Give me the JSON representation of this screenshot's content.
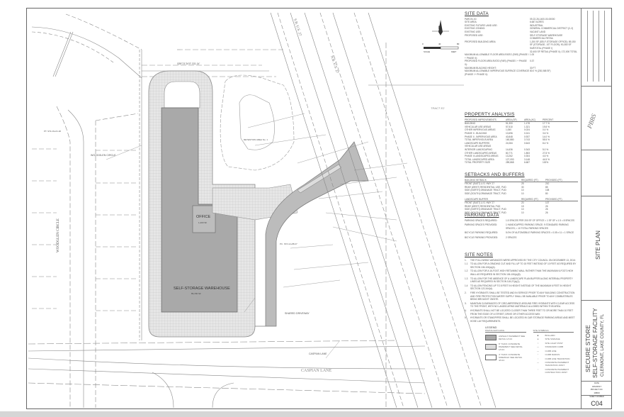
{
  "sheet": {
    "project_name": "SECURE STORE",
    "project_subtitle": "SELF-STORAGE FACILITY",
    "location": "CLERMONT, LAKE COUNTY, FL",
    "sheet_title": "SITE PLAN",
    "date_label": "DATE",
    "date_value": "4/04/2017",
    "project_no_label": "PROJECT NO.",
    "project_no_value": "16803",
    "sheet_number_label": "SHEET NUMBER",
    "sheet_number": "C04",
    "firm_logo": "PBBS"
  },
  "north_arrow": {
    "letter": "N"
  },
  "scale_bar": {
    "ticks": [
      "0",
      "40",
      "80"
    ],
    "left_label": "SCALE",
    "right_label": "FEET"
  },
  "site_data": {
    "title": "SITE DATA",
    "rows": [
      {
        "k": "PARCEL ID:",
        "v": "09-22-26-1400-00-00000"
      },
      {
        "k": "SITE AREA:",
        "v": "6.687 ACRES"
      },
      {
        "k": "EXISTING FUTURE LAND USE:",
        "v": "INDUSTRIAL"
      },
      {
        "k": "EXISTING ZONING:",
        "v": "GENERAL COMMERCIAL DISTRICT (C-2)"
      },
      {
        "k": "EXISTING USE:",
        "v": "VACANT LAND"
      },
      {
        "k": "PROPOSED USE:",
        "v": "SELF-STORAGE WAREHOUSE COMMERCIAL RETAIL"
      },
      {
        "k": "PROPOSED BUILDING AREA:",
        "v": "1,200 SF (SELF-STORAGE OFFICE); 89,150 SF (STORAGE, 1ST FLOOR); 90,350 SF SUBTOTAL (PHASE I)"
      },
      {
        "k": "",
        "v": "32,400 SF RETAIL (PHASE II); 172,000 TOTAL"
      },
      {
        "k": "MAXIMUM ALLOWABLE FLOOR AREA RATIO (FAR) (PHASE I + PHASE II):",
        "v": "1.00"
      },
      {
        "k": "PROPOSED FLOOR AREA RATIO (FAR) (PHASE I + PHASE II):",
        "v": "0.37"
      },
      {
        "k": "MAXIMUM BUILDING HEIGHT:",
        "v": "30 FT"
      },
      {
        "k": "MAXIMUM ALLOWABLE IMPERVIOUS SURFACE COVERAGE (PHASE I + PHASE II):",
        "v": "80.0 % (230,068 SF)"
      }
    ]
  },
  "property_analysis": {
    "title": "PROPERTY ANALYSIS",
    "headers": [
      "PROPOSED IMPROVEMENTS",
      "AREA (SF)",
      "AREA (AC)",
      "PERCENT"
    ],
    "rows": [
      [
        "BUILDING",
        "51,300",
        "1.178",
        "17.7 %"
      ],
      [
        "VEHICULAR USE AREAS",
        "57,510",
        "1.321",
        "19.8 %"
      ],
      [
        "OTHER IMPERVIOUS AREAS",
        "1,060",
        "0.024",
        "0.4 %"
      ],
      [
        "PHASE II - BUILDING",
        "10,696",
        "0.241",
        "3.6 %"
      ],
      [
        "PHASE II - IMPERVIOUS AREA",
        "40,848",
        "0.937",
        "14.0 %"
      ],
      [
        "TOTAL IMPERVIOUS AREA",
        "160,880",
        "3.743",
        "55.5 %"
      ],
      [
        "LANDSCAPE BUFFERS",
        "24,084",
        "0.643",
        "8.4 %"
      ],
      [
        "VEHICULAR USE AREAS",
        "",
        "",
        ""
      ],
      [
        "INTERIOR LANDSCAPING",
        "14,636",
        "0.343",
        "5.0 %"
      ],
      [
        "OTHER LANDSCAPED AREAS",
        "80,771",
        "1.853",
        "27.8 %"
      ],
      [
        "PHASE II LANDSCAPED AREAS",
        "13,262",
        "0.304",
        "4.6 %"
      ],
      [
        "TOTAL LANDSCAPED AREA",
        "127,093",
        "3.148",
        "44.5 %"
      ],
      [
        "TOTAL PROPERTY SIZE",
        "289,868",
        "6.687",
        "100%"
      ]
    ]
  },
  "setbacks": {
    "title": "SETBACKS AND BUFFERS",
    "building_headers": [
      "BUILDING SETBACK",
      "REQUIRED (FT)",
      "PROVIDED (FT)"
    ],
    "building_rows": [
      [
        "FRONT (EAST) U.S. HWY 27",
        "25",
        "210"
      ],
      [
        "REAR (WEST) RESIDENTIAL USE, PUD",
        "30",
        "85"
      ],
      [
        "SIDE (NORTH) DRAINAGE TRACT, PUD",
        "10",
        "108"
      ],
      [
        "SIDE (SOUTH) DRAINAGE TRACT, PUD",
        "10",
        "80"
      ]
    ],
    "landscape_headers": [
      "LANDSCAPE BUFFER",
      "REQUIRED (FT)",
      "PROVIDED (FT)"
    ],
    "landscape_rows": [
      [
        "FRONT (EAST) U.S. HWY 27",
        "20",
        "107"
      ],
      [
        "REAR (WEST) RESIDENTIAL PUD",
        "15",
        "26"
      ],
      [
        "SIDE (NORTH) DRAINAGE TRACT, PUD",
        "10",
        "26"
      ],
      [
        "SIDE (SOUTH) DRAINAGE TRACT, PUD",
        "10",
        "26"
      ]
    ]
  },
  "parking": {
    "title": "PARKING DATA",
    "rows": [
      {
        "k": "PARKING SPACES REQUIRED:",
        "v": "1.5 SPACES PER 200 SF OF OFFICE = 1 SF OF x 1.5 = 8 SPACES"
      },
      {
        "k": "PARKING SPACES PROVIDED:",
        "v": "1 HANDICAPPED PARKING SPACE; 9 STANDARD PARKING SPACES; = 10 TOTAL PARKING SPACES"
      },
      {
        "k": "BICYCLE PARKING REQUIRED:",
        "v": "5.0% OF AUTOMOBILE PARKING SPACES = 0.05 x 11 = 1 SPACE"
      },
      {
        "k": "BICYCLE PARKING PROVIDED:",
        "v": "2 SPACES"
      }
    ]
  },
  "site_notes": {
    "title": "SITE NOTES",
    "items": [
      {
        "n": "1.",
        "t": "THE FOLLOWING VARIANCES WERE APPROVED BY THE CITY COUNCIL ON DECEMBER 13, 2016:"
      },
      {
        "n": "1.1",
        "t": "TO ALLOW FOR A GRADING CUT AND FILL UP TO 15 FEET INSTEAD OF 10 FEET AS REQUIRED BY SECTION 106-106(a)(4)."
      },
      {
        "n": "1.2",
        "t": "TO ALLOW FOR A 16-FOOT-HIGH RETAINING WALL RATHER THAN THE MAXIMUM 6-FOOT-HIGH WALL AS REQUIRED IN SECTION 106-106(a)(5)."
      },
      {
        "n": "1.3",
        "t": "TO ALLOW FOR THE ABSENCE OF A LANDSCAPE PLAN BUFFER ALONG INTERNAL PROPERTY LINES AS REQUIRED IN SECTION 118-27(a)(1)."
      },
      {
        "n": "1.4",
        "t": "TO ALLOW FENCING UP TO 8 FEET IN HEIGHT INSTEAD OF THE MAXIMUM 6 FEET IN HEIGHT SECTION 122-344(d)."
      },
      {
        "n": "2.",
        "t": "FIRE HYDRANTS SHALL BE TESTED AND IN SERVICE PRIOR TO ANY BUILDING CONSTRUCTION AND FIRE PROTECTION WATER SUPPLY SHALL BE AVAILABLE PRIOR TO ANY COMBUSTIBLES BEING BROUGHT ONSITE."
      },
      {
        "n": "3.",
        "t": "MAINTAIN CLEARANCES OF CIRCUMFERENCE AROUND FIRE HYDRANTS WITH CLEAR ACCESS TO THE FRONT, WITH NO LANDSCAPING MATERIALS ALLOWED WITHIN THIS AREA."
      },
      {
        "n": "4.",
        "t": "HYDRANTS SHALL NOT BE LOCATED CLOSER THAN THREE FEET TO OR MORE THAN 10 FEET FROM THE EDGE OF A STREET, DRIVE OR OTHER ACCESS WAY."
      },
      {
        "n": "5.",
        "t": "HYDRANTS OR STANDPIPES SHALL BE LOCATED IN CAR STORAGE PARKING AREAS AND MEET HOSE LAY REQUIREMENTS."
      }
    ]
  },
  "legend": {
    "title": "LEGEND",
    "hatching_header": "PAVING/HATCHING",
    "hatching": [
      "ASPHALT PAVEMENT SEE DETAIL 1/C13",
      "6\" THICK CONCRETE PAVEMENT SEE DETAIL 1/C13",
      "4\" THICK CONCRETE SIDEWALK SEE DETAIL 4/C13"
    ],
    "symbols_header": "SITE SYMBOLS",
    "symbols": [
      "BOLLARD",
      "SITE SIGNAGE",
      "SITE LIGHT POST",
      "STANDARD CURB",
      "CURB LINE",
      "CURB RADIUS",
      "CURB LINE TRANSITION",
      "CONCRETE PAVEMENT TRANSITION JOINT",
      "CONCRETE PAVEMENT CONTRACTION JOINT"
    ]
  },
  "plan_labels": {
    "warehouse": "SELF-STORAGE WAREHOUSE",
    "warehouse_area": "89,150 SF",
    "office": "OFFICE",
    "office_area": "1,200 SF",
    "retention": "RETENTION AREA No. 1",
    "woodglen_circle": "WOODGLEN CIRCLE",
    "woodglen_callout": "WOODGLEN CIRCLE",
    "caspian_lane": "CASPIAN LANE",
    "caspian_callout": "CASPIAN LANE",
    "us27": "N.B. U.S. 27",
    "us27_sb": "S.B. U.S. 27",
    "shared_driveway": "SHARED DRIVEWAY",
    "tract": "TRACT E2",
    "pt_sta": "PT. STA 16+61.20",
    "pc_sta": "PC. STA 12+88.27",
    "bearing": "S89°21'34\"E 331.14'"
  }
}
